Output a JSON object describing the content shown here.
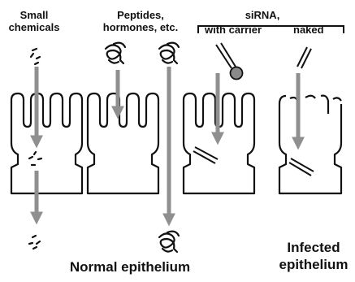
{
  "labels": {
    "small_chemicals": [
      "Small",
      "chemicals"
    ],
    "peptides": [
      "Peptides,",
      "hormones, etc."
    ],
    "sirna": "siRNA,",
    "with_carrier": "with carrier",
    "naked": "naked",
    "normal_epithelium": "Normal epithelium",
    "infected_epithelium": [
      "Infected",
      "epithelium"
    ]
  },
  "colors": {
    "outline": "#111111",
    "arrow": "#8f8f8f",
    "carrier_ball": "#8a8a8a"
  },
  "icons": {
    "small_molecule": "scattered-dashes",
    "peptide": "tangled-loop",
    "sirna": "double-strand-line",
    "carrier": "ball-on-stick"
  }
}
